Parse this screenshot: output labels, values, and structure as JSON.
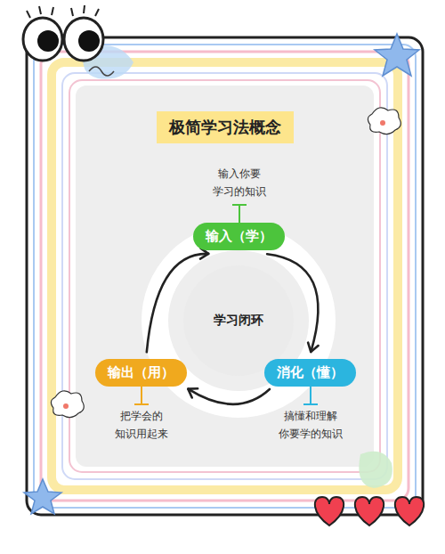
{
  "diagram": {
    "title": "极简学习法概念",
    "nodes": [
      {
        "text": [
          "输入（学）",
          "输入你要 学习的知识"
        ]
      },
      {
        "text": [
          "学习闭环"
        ]
      },
      {
        "text": [
          "输出（用）",
          "把学会的 知识用起来"
        ]
      },
      {
        "text": [
          "消化（懂）",
          "搞懂和理解 你要学的知识"
        ]
      }
    ],
    "edges": [
      {
        "from": 0,
        "to": 3,
        "arrow": "to"
      },
      {
        "from": 3,
        "to": 2,
        "arrow": "to"
      },
      {
        "from": 2,
        "to": 0,
        "arrow": "to"
      }
    ]
  }
}
